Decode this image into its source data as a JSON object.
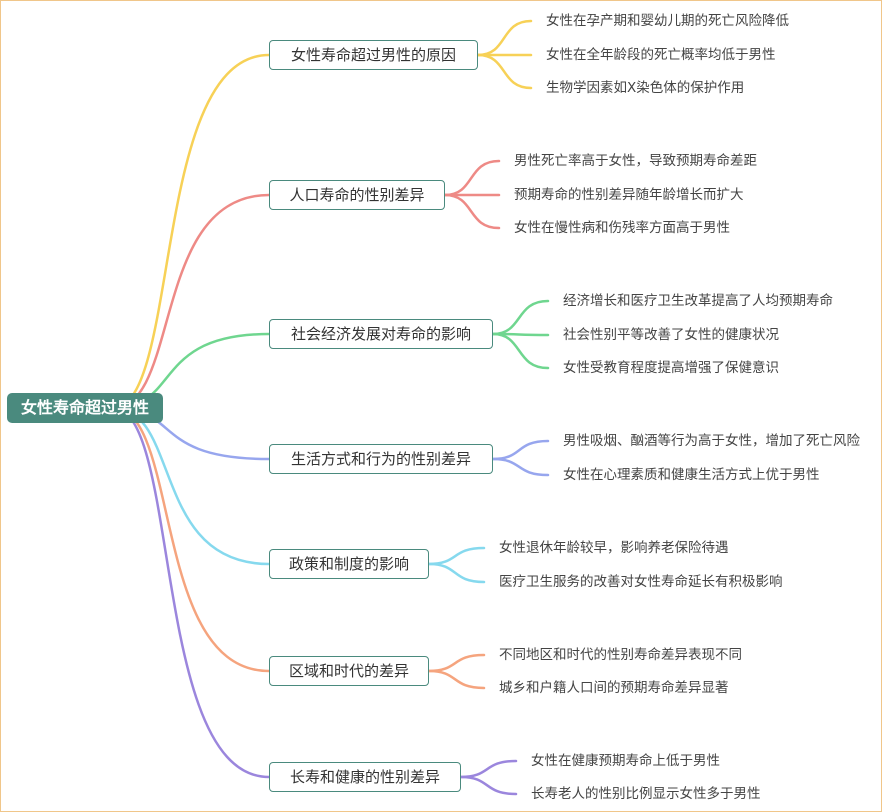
{
  "root": {
    "label": "女性寿命超过男性"
  },
  "branches": [
    {
      "label": "女性寿命超过男性的原因",
      "color": "#f7d157",
      "leaves": [
        "女性在孕产期和婴幼儿期的死亡风险降低",
        "女性在全年龄段的死亡概率均低于男性",
        "生物学因素如X染色体的保护作用"
      ]
    },
    {
      "label": "人口寿命的性别差异",
      "color": "#ee8a86",
      "leaves": [
        "男性死亡率高于女性，导致预期寿命差距",
        "预期寿命的性别差异随年龄增长而扩大",
        "女性在慢性病和伤残率方面高于男性"
      ]
    },
    {
      "label": "社会经济发展对寿命的影响",
      "color": "#6fd68f",
      "leaves": [
        "经济增长和医疗卫生改革提高了人均预期寿命",
        "社会性别平等改善了女性的健康状况",
        "女性受教育程度提高增强了保健意识"
      ]
    },
    {
      "label": "生活方式和行为的性别差异",
      "color": "#97a6ee",
      "leaves": [
        "男性吸烟、酗酒等行为高于女性，增加了死亡风险",
        "女性在心理素质和健康生活方式上优于男性"
      ]
    },
    {
      "label": "政策和制度的影响",
      "color": "#86d9ee",
      "leaves": [
        "女性退休年龄较早，影响养老保险待遇",
        "医疗卫生服务的改善对女性寿命延长有积极影响"
      ]
    },
    {
      "label": "区域和时代的差异",
      "color": "#f5a47e",
      "leaves": [
        "不同地区和时代的性别寿命差异表现不同",
        "城乡和户籍人口间的预期寿命差异显著"
      ]
    },
    {
      "label": "长寿和健康的性别差异",
      "color": "#9b86dd",
      "leaves": [
        "女性在健康预期寿命上低于男性",
        "长寿老人的性别比例显示女性多于男性"
      ]
    }
  ]
}
